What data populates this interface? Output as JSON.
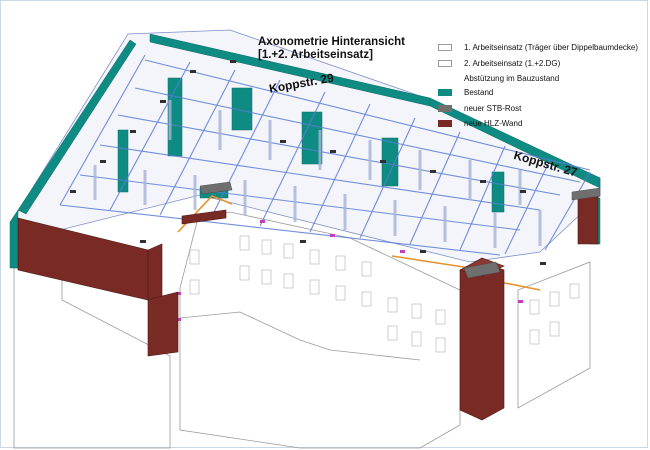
{
  "title": {
    "line1": "Axonometrie Hinteransicht",
    "line2": "[1.+2. Arbeitseinsatz]"
  },
  "streets": {
    "left": "Koppstr. 29",
    "right": "Koppstr. 27"
  },
  "legend": {
    "items_top": [
      {
        "label": "1. Arbeitseinsatz (Träger über Dippelbaumdecke)",
        "swatch": "outline"
      },
      {
        "label": "2. Arbeitseinsatz (1.+2.DG)",
        "swatch": "outline"
      }
    ],
    "header": "Abstützung im Bauzustand",
    "items_colored": [
      {
        "label": "Bestand",
        "color": "#0e8c84"
      },
      {
        "label": "neuer STB-Rost",
        "color": "#6f6f6f"
      },
      {
        "label": "neue HLZ-Wand",
        "color": "#7a2a24"
      }
    ]
  },
  "colors": {
    "bestand": "#0e8c84",
    "stb_rost": "#6f6f6f",
    "hlz_wand": "#7a2a24",
    "steel_frame": "#5b7bd5",
    "timber": "#c9d3ea",
    "orange_beam": "#e8912a",
    "magenta_marks": "#c43cc4"
  }
}
